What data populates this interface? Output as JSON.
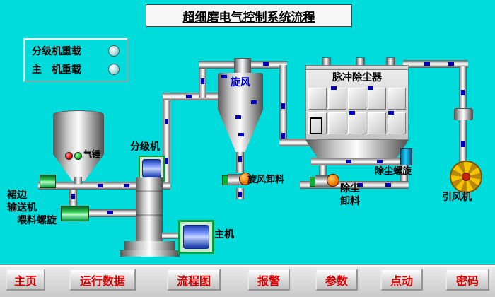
{
  "title": "超细磨电气控制系统流程",
  "indicator_panel": {
    "rows": [
      {
        "label": "分级机重载"
      },
      {
        "label": "主　机重载"
      }
    ]
  },
  "labels": {
    "air_hammer": "气锤",
    "apron_conveyor_line1": "裙边",
    "apron_conveyor_line2": "输送机",
    "feed_screw": "喂料螺旋",
    "classifier": "分级机",
    "cyclone": "旋风",
    "cyclone_discharge": "旋风卸料",
    "main_machine": "主机",
    "dust_collector": "脉冲除尘器",
    "dust_discharge_line1": "除尘",
    "dust_discharge_line2": "卸料",
    "dust_screw": "除尘螺旋",
    "fan": "引风机"
  },
  "nav_buttons": [
    {
      "label": "主页"
    },
    {
      "label": "运行数据"
    },
    {
      "label": "流程图"
    },
    {
      "label": "报警"
    },
    {
      "label": "参数"
    },
    {
      "label": "点动"
    },
    {
      "label": "密码"
    }
  ],
  "icons": {
    "status_lamp": "round-lamp-icon",
    "rotary_valve": "rotary-valve-icon",
    "fan_wheel": "fan-wheel-icon"
  },
  "colors": {
    "background": "#00dcdc",
    "button_text": "#d80000",
    "flow_dash": "#0000bb",
    "cyclone_label": "#0000dd",
    "status_red": "#e80000",
    "status_green": "#00c020"
  }
}
